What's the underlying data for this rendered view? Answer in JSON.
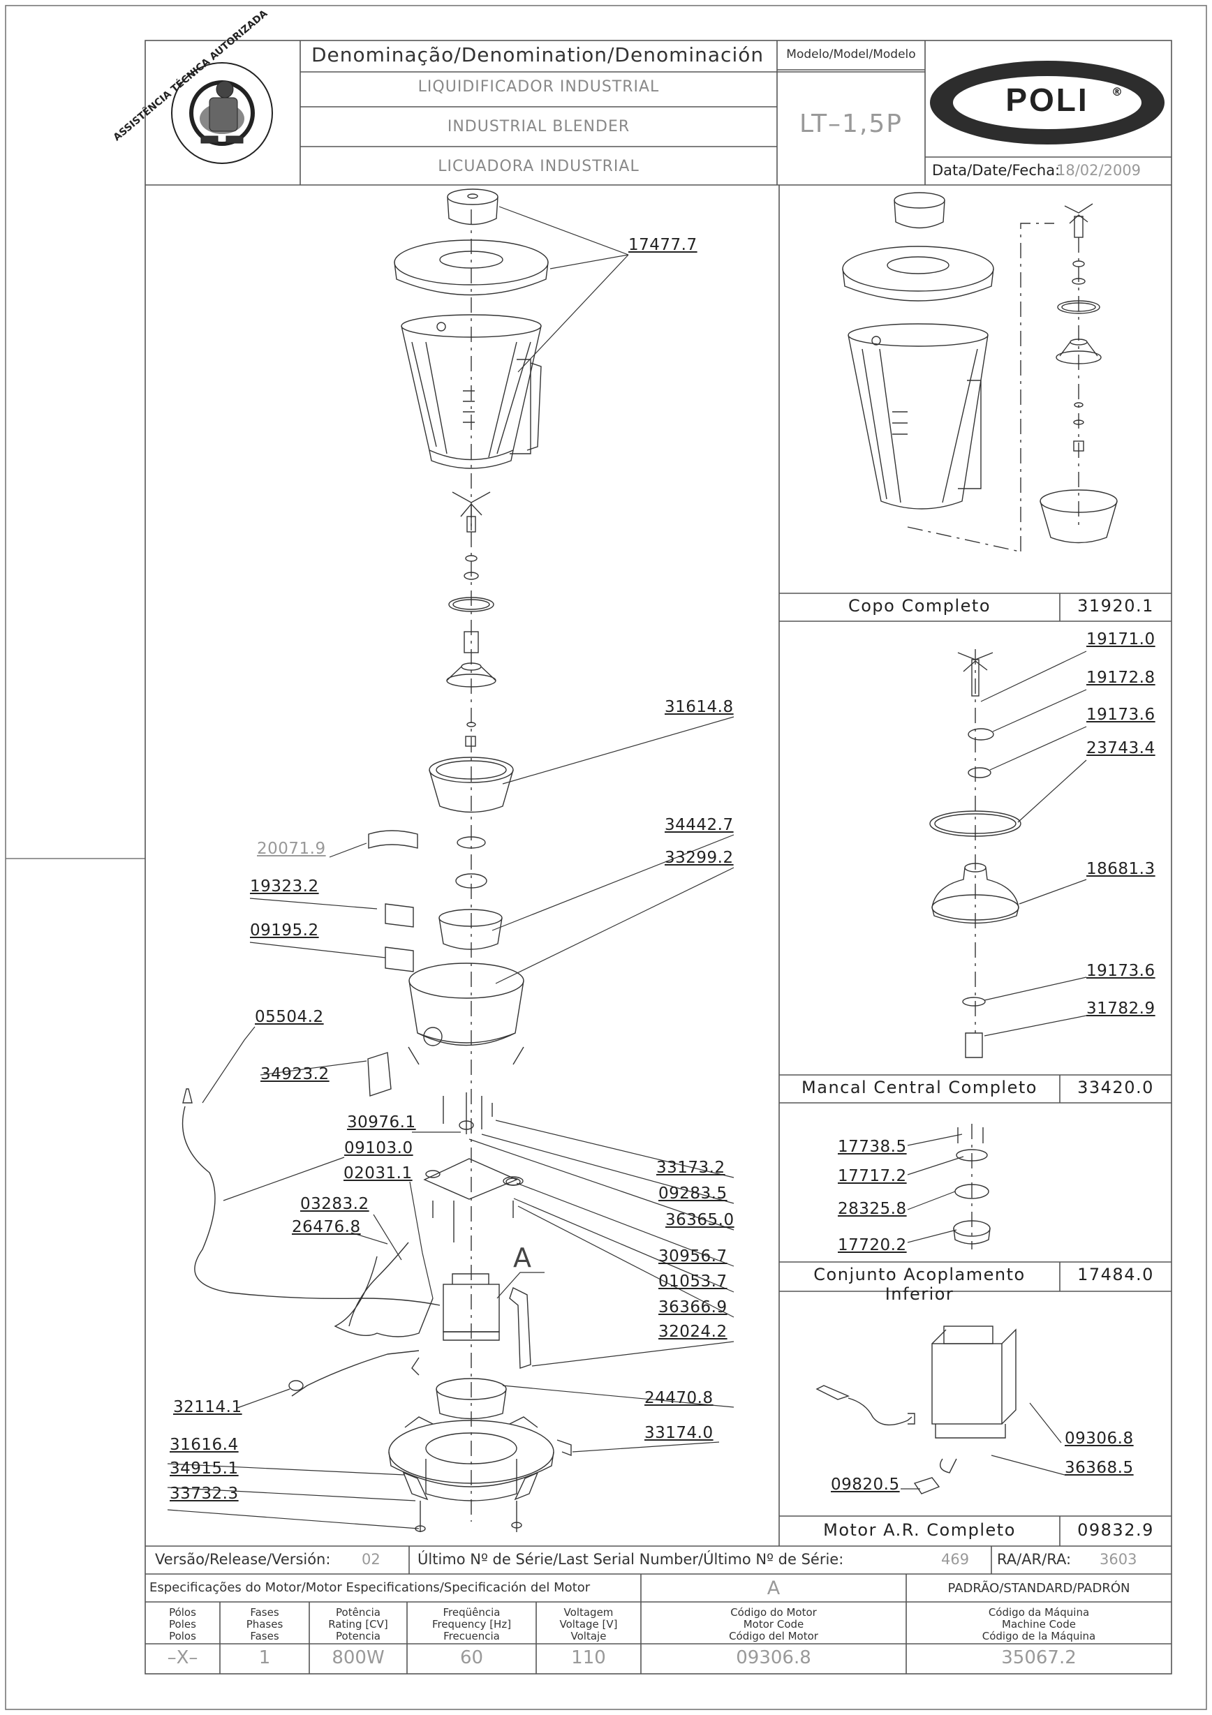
{
  "header": {
    "denomination_title": "Denominação/Denomination/Denominación",
    "names": [
      "LIQUIDIFICADOR INDUSTRIAL",
      "INDUSTRIAL BLENDER",
      "LICUADORA INDUSTRIAL"
    ],
    "model_label": "Modelo/Model/Modelo",
    "model_value": "LT–1,5P",
    "brand": "POLI",
    "brand_mark": "®",
    "date_label": "Data/Date/Fecha:",
    "date_value": "18/02/2009",
    "seal_text": "ASSISTÊNCIA TÉCNICA AUTORIZADA"
  },
  "main_labels": [
    {
      "text": "17477.7"
    },
    {
      "text": "31614.8"
    },
    {
      "text": "20071.9"
    },
    {
      "text": "34442.7"
    },
    {
      "text": "33299.2"
    },
    {
      "text": "19323.2"
    },
    {
      "text": "09195.2"
    },
    {
      "text": "05504.2"
    },
    {
      "text": "34923.2"
    },
    {
      "text": "30976.1"
    },
    {
      "text": "09103.0"
    },
    {
      "text": "02031.1"
    },
    {
      "text": "03283.2"
    },
    {
      "text": "26476.8"
    },
    {
      "text": "33173.2"
    },
    {
      "text": "09283.5"
    },
    {
      "text": "36365.0"
    },
    {
      "text": "30956.7"
    },
    {
      "text": "01053.7"
    },
    {
      "text": "36366.9"
    },
    {
      "text": "32024.2"
    },
    {
      "text": "32114.1"
    },
    {
      "text": "24470.8"
    },
    {
      "text": "33174.0"
    },
    {
      "text": "31616.4"
    },
    {
      "text": "34915.1"
    },
    {
      "text": "33732.3"
    }
  ],
  "detail_A_label": "A",
  "panels": [
    {
      "title": "Copo Completo",
      "code": "31920.1",
      "labels": []
    },
    {
      "title": "Mancal Central Completo",
      "code": "33420.0",
      "labels": [
        "19171.0",
        "19172.8",
        "19173.6",
        "23743.4",
        "18681.3",
        "19173.6",
        "31782.9"
      ]
    },
    {
      "title": "Conjunto Acoplamento Inferior",
      "code": "17484.0",
      "labels": [
        "17738.5",
        "17717.2",
        "28325.8",
        "17720.2"
      ]
    },
    {
      "title": "Motor A.R. Completo",
      "code": "09832.9",
      "labels": [
        "09306.8",
        "36368.5",
        "09820.5"
      ]
    }
  ],
  "footer": {
    "version_label": "Versão/Release/Versión:",
    "version_value": "02",
    "serial_label": "Último Nº de Série/Last Serial Number/Último Nº de Série:",
    "serial_value": "469",
    "ra_label": "RA/AR/RA:",
    "ra_value": "3603",
    "motor_spec_label": "Especificações do Motor/Motor Especifications/Specificación del Motor",
    "motor_spec_value": "A",
    "standard_label": "PADRÃO/STANDARD/PADRÓN",
    "columns": [
      {
        "l1": "Pólos",
        "l2": "Poles",
        "l3": "Polos",
        "value": "–X–"
      },
      {
        "l1": "Fases",
        "l2": "Phases",
        "l3": "Fases",
        "value": "1"
      },
      {
        "l1": "Potência",
        "l2": "Rating [CV]",
        "l3": "Potencia",
        "value": "800W"
      },
      {
        "l1": "Freqüência",
        "l2": "Frequency [Hz]",
        "l3": "Frecuencia",
        "value": "60"
      },
      {
        "l1": "Voltagem",
        "l2": "Voltage [V]",
        "l3": "Voltaje",
        "value": "110"
      },
      {
        "l1": "Código do Motor",
        "l2": "Motor Code",
        "l3": "Código del Motor",
        "value": "09306.8"
      },
      {
        "l1": "Código da Máquina",
        "l2": "Machine Code",
        "l3": "Código de la Máquina",
        "value": "35067.2"
      }
    ]
  }
}
